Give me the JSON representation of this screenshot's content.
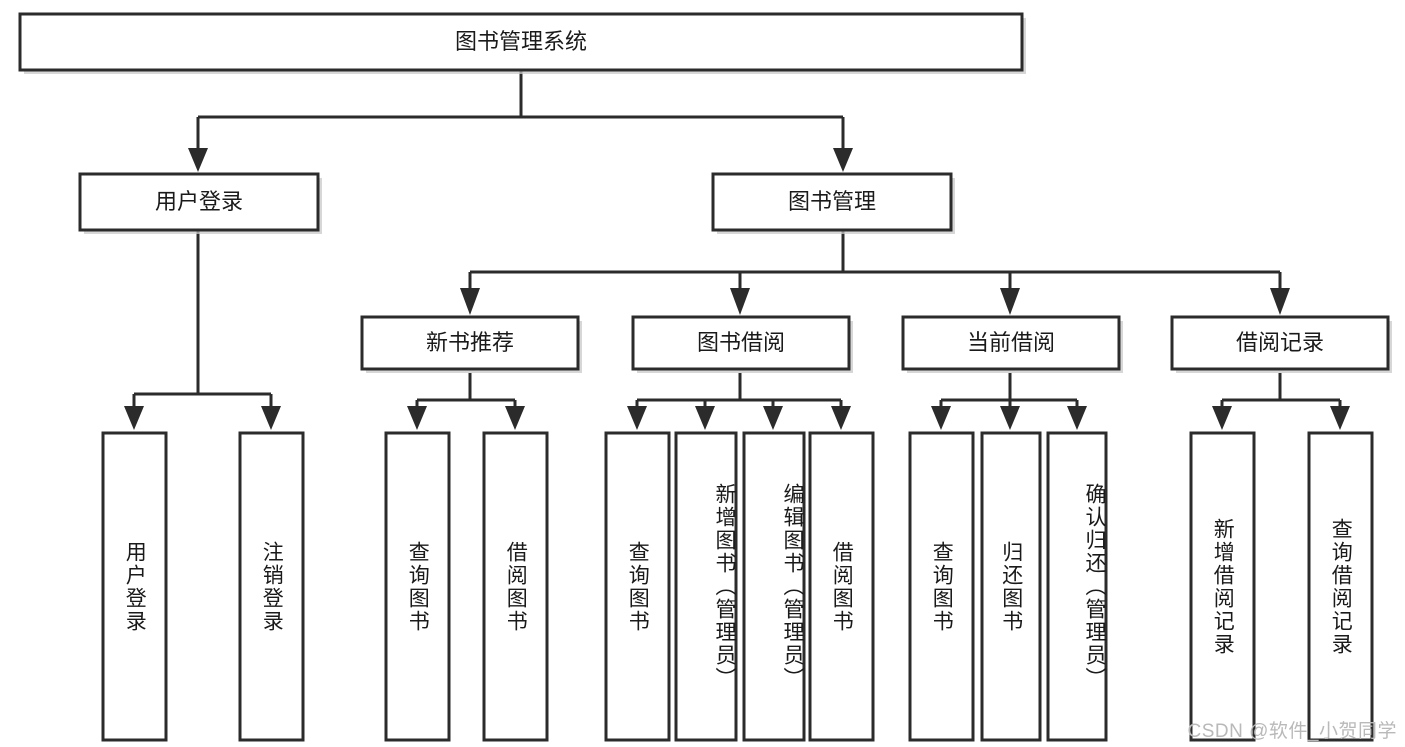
{
  "diagram": {
    "type": "tree",
    "title": "图书管理系统",
    "root": {
      "id": "root",
      "label": "图书管理系统",
      "orientation": "horizontal"
    },
    "level2": [
      {
        "id": "user-login",
        "label": "用户登录",
        "orientation": "horizontal"
      },
      {
        "id": "book-management",
        "label": "图书管理",
        "orientation": "horizontal"
      }
    ],
    "level3": [
      {
        "id": "new-book-recommend",
        "label": "新书推荐",
        "parent": "book-management",
        "orientation": "horizontal"
      },
      {
        "id": "book-borrow",
        "label": "图书借阅",
        "parent": "book-management",
        "orientation": "horizontal"
      },
      {
        "id": "current-borrow",
        "label": "当前借阅",
        "parent": "book-management",
        "orientation": "horizontal"
      },
      {
        "id": "borrow-record",
        "label": "借阅记录",
        "parent": "book-management",
        "orientation": "horizontal"
      }
    ],
    "leaves": [
      {
        "id": "leaf-user-login",
        "label": "用户登录",
        "parent": "user-login",
        "orientation": "vertical"
      },
      {
        "id": "leaf-logout-login",
        "label": "注销登录",
        "parent": "user-login",
        "orientation": "vertical"
      },
      {
        "id": "leaf-query-book-1",
        "label": "查询图书",
        "parent": "new-book-recommend",
        "orientation": "vertical"
      },
      {
        "id": "leaf-borrow-book-1",
        "label": "借阅图书",
        "parent": "new-book-recommend",
        "orientation": "vertical"
      },
      {
        "id": "leaf-query-book-2",
        "label": "查询图书",
        "parent": "book-borrow",
        "orientation": "vertical"
      },
      {
        "id": "leaf-add-book",
        "label": "新增图书（管理员）",
        "parent": "book-borrow",
        "orientation": "vertical"
      },
      {
        "id": "leaf-edit-book",
        "label": "编辑图书（管理员）",
        "parent": "book-borrow",
        "orientation": "vertical"
      },
      {
        "id": "leaf-borrow-book-2",
        "label": "借阅图书",
        "parent": "book-borrow",
        "orientation": "vertical"
      },
      {
        "id": "leaf-query-book-3",
        "label": "查询图书",
        "parent": "current-borrow",
        "orientation": "vertical"
      },
      {
        "id": "leaf-return-book",
        "label": "归还图书",
        "parent": "current-borrow",
        "orientation": "vertical"
      },
      {
        "id": "leaf-confirm-return",
        "label": "确认归还（管理员）",
        "parent": "current-borrow",
        "orientation": "vertical"
      },
      {
        "id": "leaf-add-borrow-record",
        "label": "新增借阅记录",
        "parent": "borrow-record",
        "orientation": "vertical"
      },
      {
        "id": "leaf-query-borrow-record",
        "label": "查询借阅记录",
        "parent": "borrow-record",
        "orientation": "vertical"
      }
    ],
    "colors": {
      "box_fill": "#ffffff",
      "box_stroke": "#2b2b2b",
      "edge": "#2b2b2b",
      "text": "#1a1a1a",
      "background": "#ffffff",
      "watermark": "#b9b9b9"
    }
  },
  "watermark": {
    "text": "CSDN @软件_小贺同学"
  }
}
